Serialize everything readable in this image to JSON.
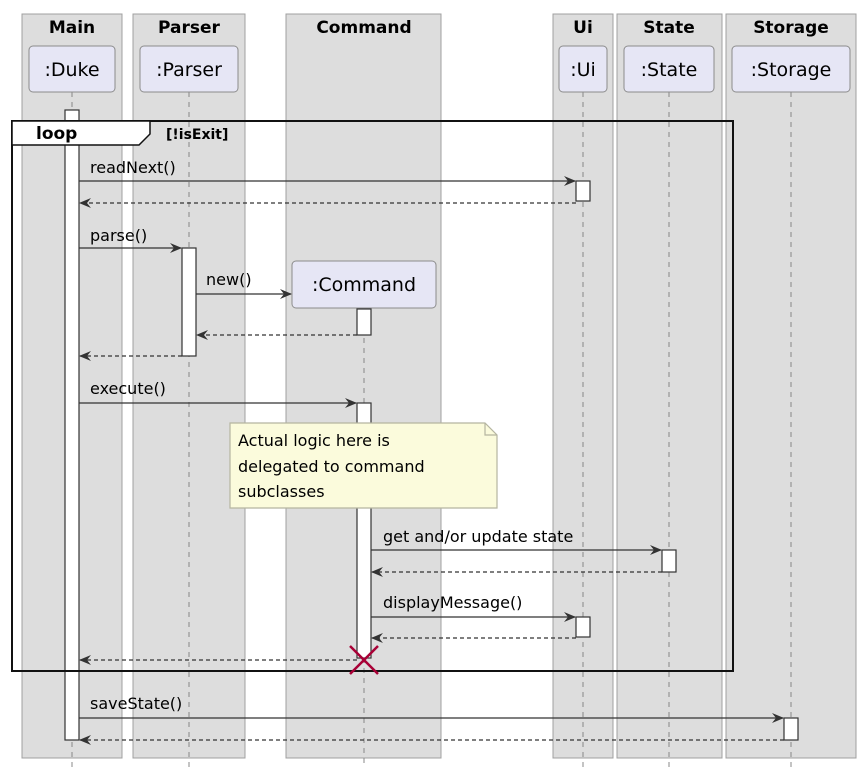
{
  "boxes": [
    {
      "id": "main",
      "title": "Main",
      "participant": ":Duke"
    },
    {
      "id": "parser",
      "title": "Parser",
      "participant": ":Parser"
    },
    {
      "id": "command",
      "title": "Command",
      "participant": ":Command"
    },
    {
      "id": "ui",
      "title": "Ui",
      "participant": ":Ui"
    },
    {
      "id": "state",
      "title": "State",
      "participant": ":State"
    },
    {
      "id": "storage",
      "title": "Storage",
      "participant": ":Storage"
    }
  ],
  "loop": {
    "label": "loop",
    "guard": "[!isExit]"
  },
  "messages": [
    {
      "id": "readNext",
      "label": "readNext()",
      "from": "main",
      "to": "ui",
      "kind": "call"
    },
    {
      "id": "readNext-return",
      "label": "",
      "from": "ui",
      "to": "main",
      "kind": "return"
    },
    {
      "id": "parse",
      "label": "parse()",
      "from": "main",
      "to": "parser",
      "kind": "call"
    },
    {
      "id": "new",
      "label": "new()",
      "from": "parser",
      "to": "command",
      "kind": "create"
    },
    {
      "id": "new-return",
      "label": "",
      "from": "command",
      "to": "parser",
      "kind": "return"
    },
    {
      "id": "parse-return",
      "label": "",
      "from": "parser",
      "to": "main",
      "kind": "return"
    },
    {
      "id": "execute",
      "label": "execute()",
      "from": "main",
      "to": "command",
      "kind": "call"
    },
    {
      "id": "state-call",
      "label": "get and/or update state",
      "from": "command",
      "to": "state",
      "kind": "call"
    },
    {
      "id": "state-return",
      "label": "",
      "from": "state",
      "to": "command",
      "kind": "return"
    },
    {
      "id": "display",
      "label": "displayMessage()",
      "from": "command",
      "to": "ui",
      "kind": "call"
    },
    {
      "id": "display-return",
      "label": "",
      "from": "ui",
      "to": "command",
      "kind": "return"
    },
    {
      "id": "execute-return",
      "label": "",
      "from": "command",
      "to": "main",
      "kind": "return"
    },
    {
      "id": "saveState",
      "label": "saveState()",
      "from": "main",
      "to": "storage",
      "kind": "call"
    },
    {
      "id": "saveState-return",
      "label": "",
      "from": "storage",
      "to": "main",
      "kind": "return"
    }
  ],
  "note": {
    "lines": [
      "Actual logic here is",
      "delegated to command",
      "subclasses"
    ]
  },
  "colors": {
    "box_fill": "#dddddd",
    "box_stroke": "#a0a0a0",
    "participant_fill": "#e6e6f5",
    "participant_stroke": "#8c8c8c",
    "note_fill": "#fbfbdc",
    "note_stroke": "#b5b5a0",
    "destroy": "#a80036"
  }
}
